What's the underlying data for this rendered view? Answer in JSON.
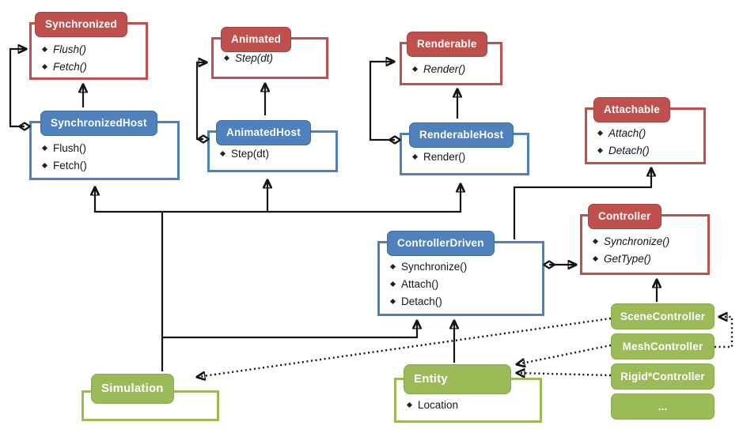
{
  "palette": {
    "interface_red": "#c0504d",
    "host_blue": "#4f81bd",
    "concrete_green": "#9bbb59",
    "connector_black": "#141414"
  },
  "classes": {
    "synchronized": {
      "title": "Synchronized",
      "members": [
        "Flush()",
        "Fetch()"
      ]
    },
    "synchronized_host": {
      "title": "SynchronizedHost",
      "members": [
        "Flush()",
        "Fetch()"
      ]
    },
    "animated": {
      "title": "Animated",
      "members": [
        "Step(dt)"
      ]
    },
    "animated_host": {
      "title": "AnimatedHost",
      "members": [
        "Step(dt)"
      ]
    },
    "renderable": {
      "title": "Renderable",
      "members": [
        "Render()"
      ]
    },
    "renderable_host": {
      "title": "RenderableHost",
      "members": [
        "Render()"
      ]
    },
    "attachable": {
      "title": "Attachable",
      "members": [
        "Attach()",
        "Detach()"
      ]
    },
    "controller": {
      "title": "Controller",
      "members": [
        "Synchronize()",
        "GetType()"
      ]
    },
    "controller_driven": {
      "title": "ControllerDriven",
      "members": [
        "Synchronize()",
        "Attach()",
        "Detach()"
      ]
    },
    "simulation": {
      "title": "Simulation",
      "members": []
    },
    "entity": {
      "title": "Entity",
      "members": [
        "Location"
      ]
    }
  },
  "controller_impls": [
    "SceneController",
    "MeshController",
    "Rigid*Controller",
    "..."
  ]
}
